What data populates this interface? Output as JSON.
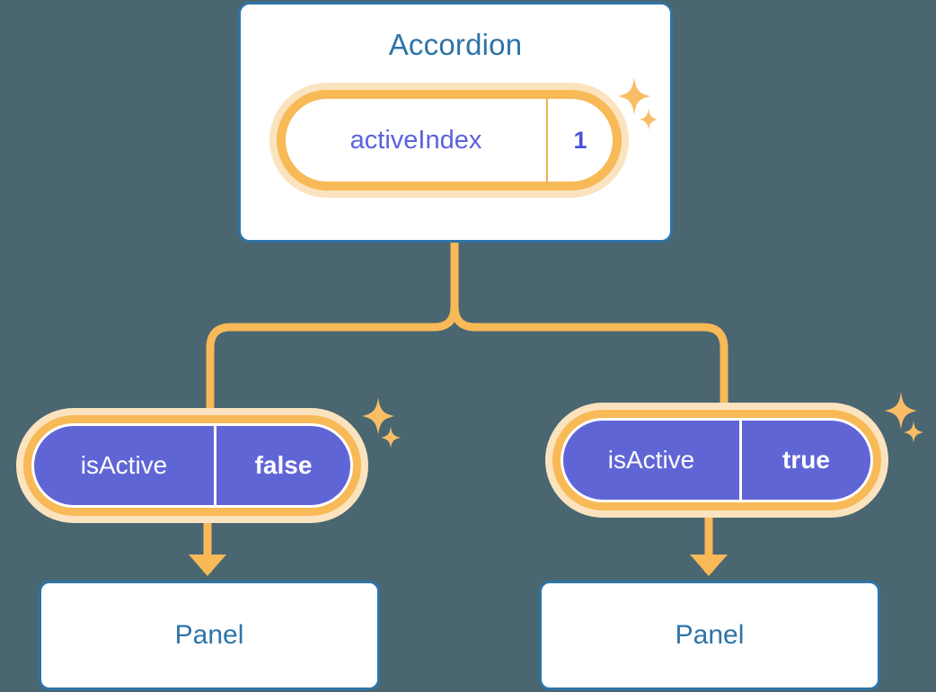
{
  "background_color": "#4a6670",
  "palette": {
    "card_border": "#2e74a8",
    "card_text": "#2e74a8",
    "pill_ring": "#f8b957",
    "pill_halo": "#fbe3bf",
    "state_key_text": "#5c62dd",
    "state_value_text": "#4c52d6",
    "prop_pill_fill": "#6065d6",
    "prop_pill_text": "#ffffff",
    "connector": "#f8b957",
    "sparkle": "#f9bd65"
  },
  "root": {
    "title": "Accordion",
    "state": {
      "key": "activeIndex",
      "value": "1"
    }
  },
  "children": [
    {
      "prop": {
        "key": "isActive",
        "value": "false"
      },
      "panel": {
        "title": "Panel"
      }
    },
    {
      "prop": {
        "key": "isActive",
        "value": "true"
      },
      "panel": {
        "title": "Panel"
      }
    }
  ],
  "icons": {
    "sparkle": "sparkle-star-icon",
    "arrow": "arrow-down-icon"
  }
}
